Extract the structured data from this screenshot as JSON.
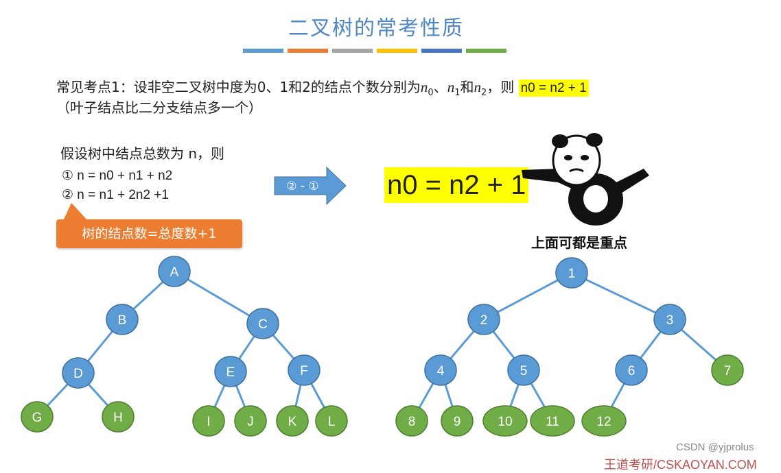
{
  "title": "二叉树的常考性质",
  "title_bar_colors": [
    "#5b9bd5",
    "#ed7d31",
    "#a5a5a5",
    "#ffc000",
    "#4472c4",
    "#70ad47"
  ],
  "fact1": {
    "prefix": "常见考点1：设非空二叉树中度为0、1和2的结点个数分别为",
    "n0": "n",
    "n0_sub": "0",
    "sep1": "、",
    "n1": "n",
    "n1_sub": "1",
    "and": "和",
    "n2": "n",
    "n2_sub": "2",
    "then": "，则",
    "highlight": "n0 = n2 + 1",
    "note": "（叶子结点比二分支结点多一个）"
  },
  "assume": {
    "text": "假设树中结点总数为 n，则",
    "eq1": "① n = n0 + n1 + n2",
    "eq2": "② n = n1 + 2n2 +1"
  },
  "callout": "树的结点数=总度数+1",
  "arrow_label": "② - ①",
  "result": "n0 = n2 + 1",
  "meme_caption": "上面可都是重点",
  "watermark": "CSDN @yjprolus",
  "footer_brand": "王道考研/CSKAOYAN.COM",
  "colors": {
    "blue_node": "#5b9bd5",
    "green_node": "#70ad47",
    "edge": "#5b9bd5",
    "highlight": "#ffff00",
    "callout": "#ed7d31"
  },
  "tree_left": {
    "nodes": [
      {
        "label": "A",
        "leaf": false
      },
      {
        "label": "B",
        "leaf": false
      },
      {
        "label": "C",
        "leaf": false
      },
      {
        "label": "D",
        "leaf": false
      },
      {
        "label": "E",
        "leaf": false
      },
      {
        "label": "F",
        "leaf": false
      },
      {
        "label": "G",
        "leaf": true
      },
      {
        "label": "H",
        "leaf": true
      },
      {
        "label": "I",
        "leaf": true
      },
      {
        "label": "J",
        "leaf": true
      },
      {
        "label": "K",
        "leaf": true
      },
      {
        "label": "L",
        "leaf": true
      }
    ],
    "edges": [
      [
        "A",
        "B"
      ],
      [
        "A",
        "C"
      ],
      [
        "B",
        "D"
      ],
      [
        "C",
        "E"
      ],
      [
        "C",
        "F"
      ],
      [
        "D",
        "G"
      ],
      [
        "D",
        "H"
      ],
      [
        "E",
        "I"
      ],
      [
        "E",
        "J"
      ],
      [
        "F",
        "K"
      ],
      [
        "F",
        "L"
      ]
    ]
  },
  "tree_right": {
    "nodes": [
      {
        "label": "1",
        "leaf": false
      },
      {
        "label": "2",
        "leaf": false
      },
      {
        "label": "3",
        "leaf": false
      },
      {
        "label": "4",
        "leaf": false
      },
      {
        "label": "5",
        "leaf": false
      },
      {
        "label": "6",
        "leaf": false
      },
      {
        "label": "7",
        "leaf": true
      },
      {
        "label": "8",
        "leaf": true
      },
      {
        "label": "9",
        "leaf": true
      },
      {
        "label": "10",
        "leaf": true
      },
      {
        "label": "11",
        "leaf": true
      },
      {
        "label": "12",
        "leaf": true
      }
    ],
    "edges": [
      [
        "1",
        "2"
      ],
      [
        "1",
        "3"
      ],
      [
        "2",
        "4"
      ],
      [
        "2",
        "5"
      ],
      [
        "3",
        "6"
      ],
      [
        "3",
        "7"
      ],
      [
        "4",
        "8"
      ],
      [
        "4",
        "9"
      ],
      [
        "5",
        "10"
      ],
      [
        "5",
        "11"
      ],
      [
        "6",
        "12"
      ]
    ]
  }
}
